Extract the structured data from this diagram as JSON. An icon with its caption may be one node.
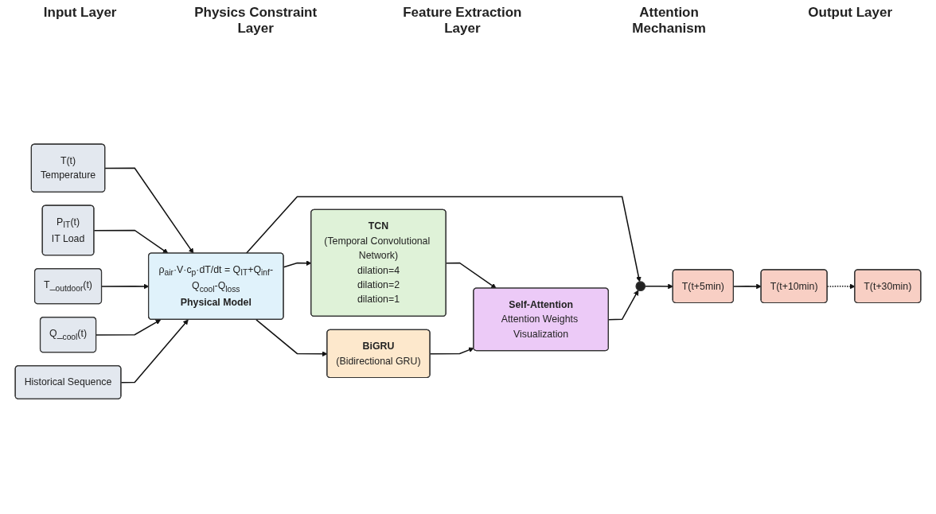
{
  "diagram": {
    "nodes": [
      {
        "text": [
          "T(t)",
          "Temperature"
        ]
      },
      {
        "text": [
          "P$_{IT}$(t)",
          "IT Load"
        ]
      },
      {
        "text": [
          "T_$_{outdoor}$(t)"
        ]
      },
      {
        "text": [
          "Q_$_{cool}$(t)"
        ]
      },
      {
        "text": [
          "Historical Sequence"
        ]
      },
      {
        "text": [
          "ρ$_{air}$·V·c$_{p}$·dT/dt = Q$_{IT}$+Q$_{inf}$-Q$_{cool}$-Q$_{loss}$",
          "Physical Model"
        ]
      },
      {
        "text": [
          "TCN",
          "(Temporal Convolutional Network)",
          "dilation=4",
          "dilation=2",
          "dilation=1"
        ]
      },
      {
        "text": [
          "BiGRU",
          "(Bidirectional GRU)"
        ]
      },
      {
        "text": [
          "Self-Attention",
          "Attention Weights Visualization"
        ]
      },
      {
        "text": [],
        "shape": "circle"
      },
      {
        "text": [
          "T(t+5min)"
        ]
      },
      {
        "text": [
          "T(t+10min)"
        ]
      },
      {
        "text": [
          "T(t+30min)"
        ]
      }
    ],
    "edges": [
      {
        "from": 0,
        "to": 5,
        "arrow": "to"
      },
      {
        "from": 1,
        "to": 5,
        "arrow": "to"
      },
      {
        "from": 2,
        "to": 5,
        "arrow": "to"
      },
      {
        "from": 3,
        "to": 5,
        "arrow": "to"
      },
      {
        "from": 4,
        "to": 5,
        "arrow": "to"
      },
      {
        "from": 5,
        "to": 6,
        "arrow": "to"
      },
      {
        "from": 5,
        "to": 7,
        "arrow": "to"
      },
      {
        "from": 5,
        "to": 9,
        "arrow": "to"
      },
      {
        "from": 6,
        "to": 8,
        "arrow": "to"
      },
      {
        "from": 7,
        "to": 8,
        "arrow": "to"
      },
      {
        "from": 8,
        "to": 9,
        "arrow": "to"
      },
      {
        "from": 9,
        "to": 10,
        "arrow": "to"
      },
      {
        "from": 10,
        "to": 11,
        "arrow": "to"
      },
      {
        "from": 11,
        "to": 12,
        "arrow": "to",
        "style": "dashed"
      }
    ],
    "labels": [
      "Input Layer",
      "Physics Constraint Layer",
      "Feature Extraction Layer",
      "Attention Mechanism",
      "Output Layer"
    ]
  }
}
